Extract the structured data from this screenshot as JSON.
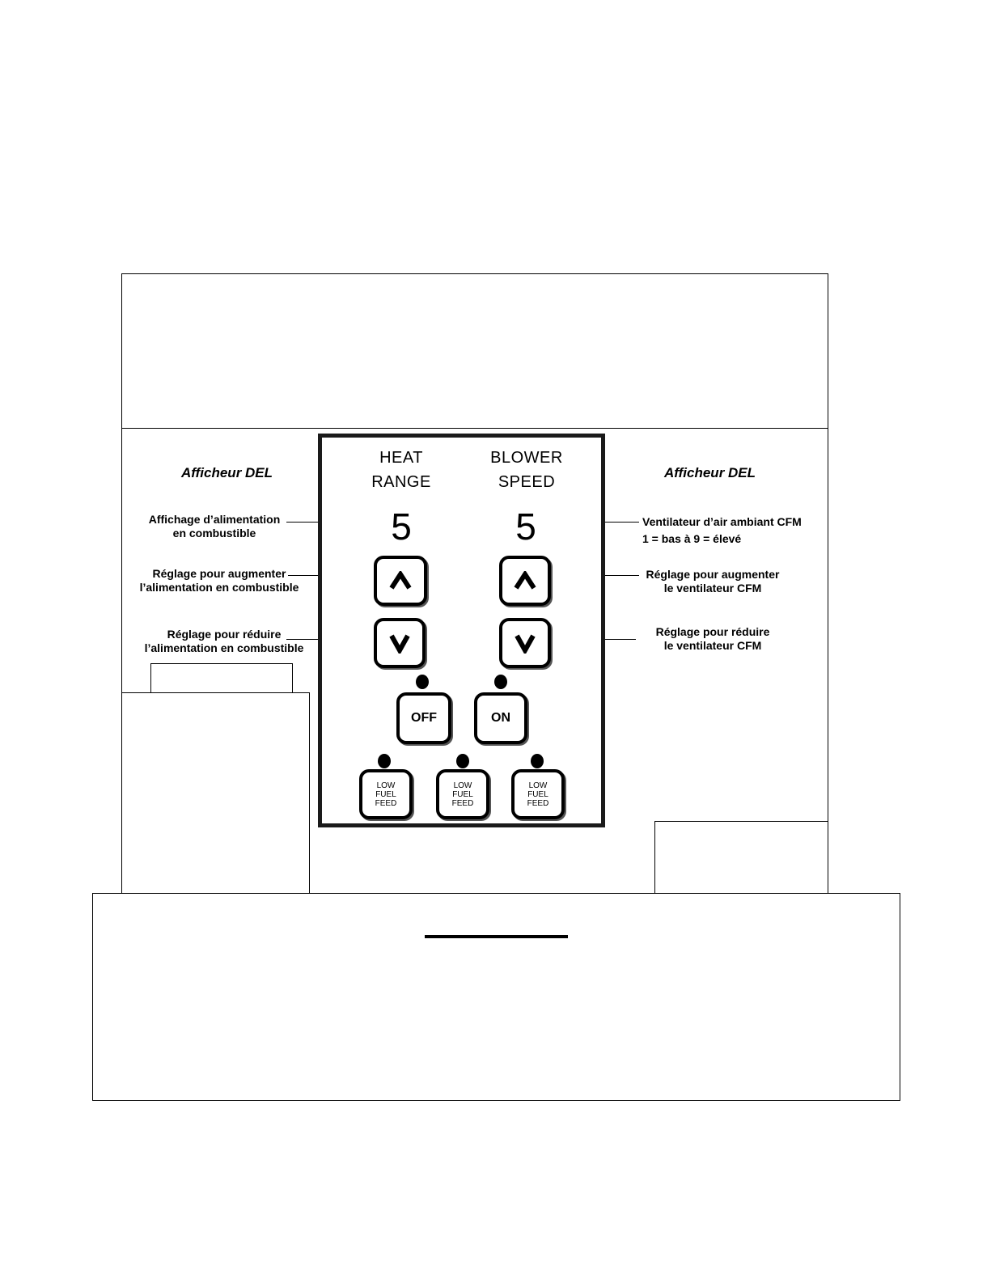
{
  "left_title": "Afficheur DEL",
  "right_title": "Afficheur DEL",
  "panel": {
    "heat_heading": [
      "HEAT",
      "RANGE"
    ],
    "blower_heading": [
      "BLOWER",
      "SPEED"
    ],
    "heat_value": "5",
    "blower_value": "5",
    "off_label": "OFF",
    "on_label": "ON",
    "low_fuel_label": [
      "LOW",
      "FUEL",
      "FEED"
    ]
  },
  "left_labels": {
    "fuel_display": [
      "Affichage d’alimentation",
      "en combustible"
    ],
    "fuel_increase": [
      "Réglage pour augmenter",
      "l’alimentation en combustible"
    ],
    "fuel_decrease": [
      "Réglage pour réduire",
      "l’alimentation en combustible"
    ]
  },
  "right_labels": {
    "fan_display": [
      "Ventilateur d’air ambiant CFM",
      "1 = bas à 9 = élevé"
    ],
    "fan_increase": [
      "Réglage pour augmenter",
      "le ventilateur CFM"
    ],
    "fan_decrease": [
      "Réglage pour réduire",
      "le ventilateur  CFM"
    ]
  }
}
